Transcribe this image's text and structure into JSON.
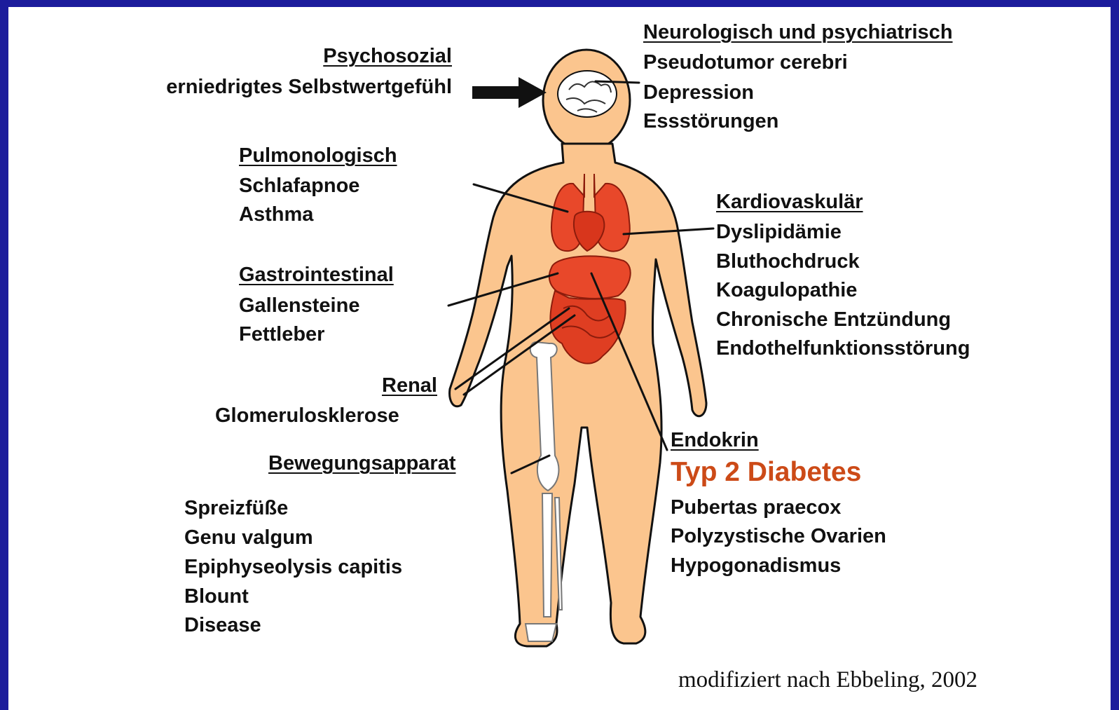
{
  "colors": {
    "background": "#1c1c9c",
    "panel": "#ffffff",
    "skin": "#fbc58e",
    "organs": "#e8482a",
    "accent": "#cc4a17",
    "text": "#111111"
  },
  "psychosocial": {
    "heading": "Psychosozial",
    "items": [
      "erniedrigtes Selbstwertgefühl"
    ]
  },
  "neuro": {
    "heading": "Neurologisch und psychiatrisch",
    "items": [
      "Pseudotumor cerebri",
      "Depression",
      "Essstörungen"
    ]
  },
  "pulmonary": {
    "heading": "Pulmonologisch",
    "items": [
      "Schlafapnoe",
      "Asthma"
    ]
  },
  "cardio": {
    "heading": "Kardiovaskulär",
    "items": [
      "Dyslipidämie",
      "Bluthochdruck",
      "Koagulopathie",
      "Chronische Entzündung",
      "Endothelfunktionsstörung"
    ]
  },
  "gastro": {
    "heading": "Gastrointestinal",
    "items": [
      "Gallensteine",
      "Fettleber"
    ]
  },
  "renal": {
    "heading": "Renal",
    "items": [
      "Glomerulosklerose"
    ]
  },
  "musculoskeletal": {
    "heading": "Bewegungsapparat",
    "items": [
      "Spreizfüße",
      "Genu valgum",
      "Epiphyseolysis capitis",
      "Blount",
      "Disease"
    ]
  },
  "endocrine": {
    "heading": "Endokrin",
    "highlight": "Typ 2 Diabetes",
    "items": [
      "Pubertas praecox",
      "Polyzystische Ovarien",
      "Hypogonadismus"
    ]
  },
  "credit": "modifiziert nach Ebbeling, 2002"
}
